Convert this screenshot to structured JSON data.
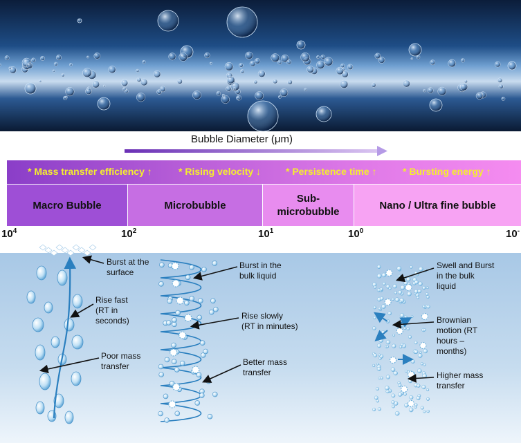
{
  "axis": {
    "title": "Bubble Diameter (μm)",
    "ticks": [
      {
        "base": "10",
        "exp": "4"
      },
      {
        "base": "10",
        "exp": "2"
      },
      {
        "base": "10",
        "exp": "1"
      },
      {
        "base": "10",
        "exp": "0"
      },
      {
        "base": "10",
        "exp": "-"
      }
    ]
  },
  "properties": [
    "* Mass transfer efficiency ↑",
    "* Rising velocity ↓",
    "* Persistence time ↑",
    "* Bursting energy ↑"
  ],
  "categories": [
    {
      "label": "Macro Bubble"
    },
    {
      "label": "Microbubble"
    },
    {
      "label": "Sub-\nmicrobubble"
    },
    {
      "label": "Nano / Ultra fine bubble"
    }
  ],
  "annotations": {
    "macro": {
      "burst": "Burst at the\nsurface",
      "rise": "Rise fast\n(RT in\nseconds)",
      "transfer": "Poor mass\ntransfer"
    },
    "micro": {
      "burst": "Burst in the\nbulk liquid",
      "rise": "Rise slowly\n(RT in minutes)",
      "transfer": "Better mass\ntransfer"
    },
    "nano": {
      "burst": "Swell and Burst\nin the bulk\nliquid",
      "motion": "Brownian\nmotion (RT\nhours –\nmonths)",
      "transfer": "Higher mass\ntransfer"
    }
  },
  "colors": {
    "macro_cell": "#9e4fd6",
    "micro_cell": "#c66ee3",
    "submicro_cell": "#e88cef",
    "nano_cell": "#f7a3f3",
    "property_text": "#f5ee2e",
    "arrow": "#9b6fd9",
    "path": "#2a7fbf"
  }
}
